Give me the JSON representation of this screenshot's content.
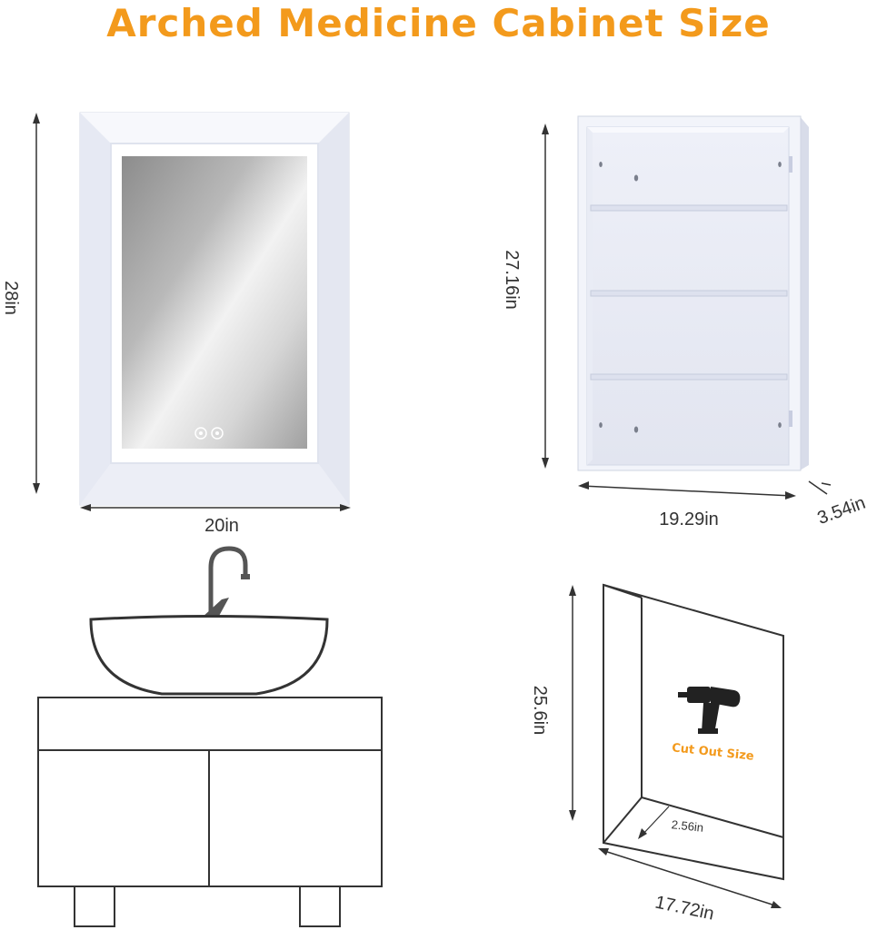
{
  "header": {
    "title": "Arched Medicine Cabinet Size"
  },
  "mirror": {
    "height_label": "28in",
    "width_label": "20in"
  },
  "cabinet": {
    "height_label": "27.16in",
    "width_label": "19.29in",
    "depth_label": "3.54in"
  },
  "cutout": {
    "height_label": "25.6in",
    "width_label": "17.72in",
    "depth_label": "2.56in",
    "badge_text": "Cut Out Size"
  },
  "colors": {
    "accent": "#f39a1c",
    "line": "#333333",
    "frame": "#e8ebf4",
    "led": "#f4f6fb"
  },
  "icons": [
    "touch-button-icon",
    "drill-icon",
    "faucet-icon"
  ]
}
